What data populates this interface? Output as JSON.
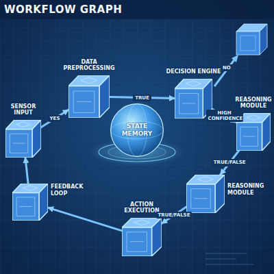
{
  "diagram": {
    "title": "WORKFLOW GRAPH",
    "nodes": [
      {
        "text": [
          "SENSOR INPUT"
        ]
      },
      {
        "text": [
          "DATA PREPROCESSING"
        ]
      },
      {
        "text": [
          "DECISION ENGINE"
        ]
      },
      {
        "text": [
          "STATE MEMORY"
        ]
      },
      {
        "text": [
          "REASONING MODULE"
        ]
      },
      {
        "text": [
          "FEEDBACK LOOP"
        ]
      },
      {
        "text": [
          "ACTION EXECUTION"
        ]
      },
      {
        "text": [
          "REASONING MODULE"
        ]
      }
    ],
    "edges": [
      {
        "from": 0,
        "to": 1,
        "arrow": "to",
        "label": "YES"
      },
      {
        "from": 1,
        "to": 2,
        "arrow": "to",
        "label": "TRUE"
      },
      {
        "from": 2,
        "to": 4,
        "arrow": "to",
        "label": "HIGH CONFIDENCE"
      },
      {
        "from": 4,
        "to": 7,
        "arrow": "to",
        "label": "TRUE/FALSE"
      },
      {
        "from": 7,
        "to": 6,
        "arrow": "to",
        "label": "TRUE/FALSE"
      },
      {
        "from": 6,
        "to": 5,
        "arrow": "to"
      },
      {
        "from": 5,
        "to": 0,
        "arrow": "to"
      }
    ],
    "labels": [
      "NO"
    ]
  }
}
